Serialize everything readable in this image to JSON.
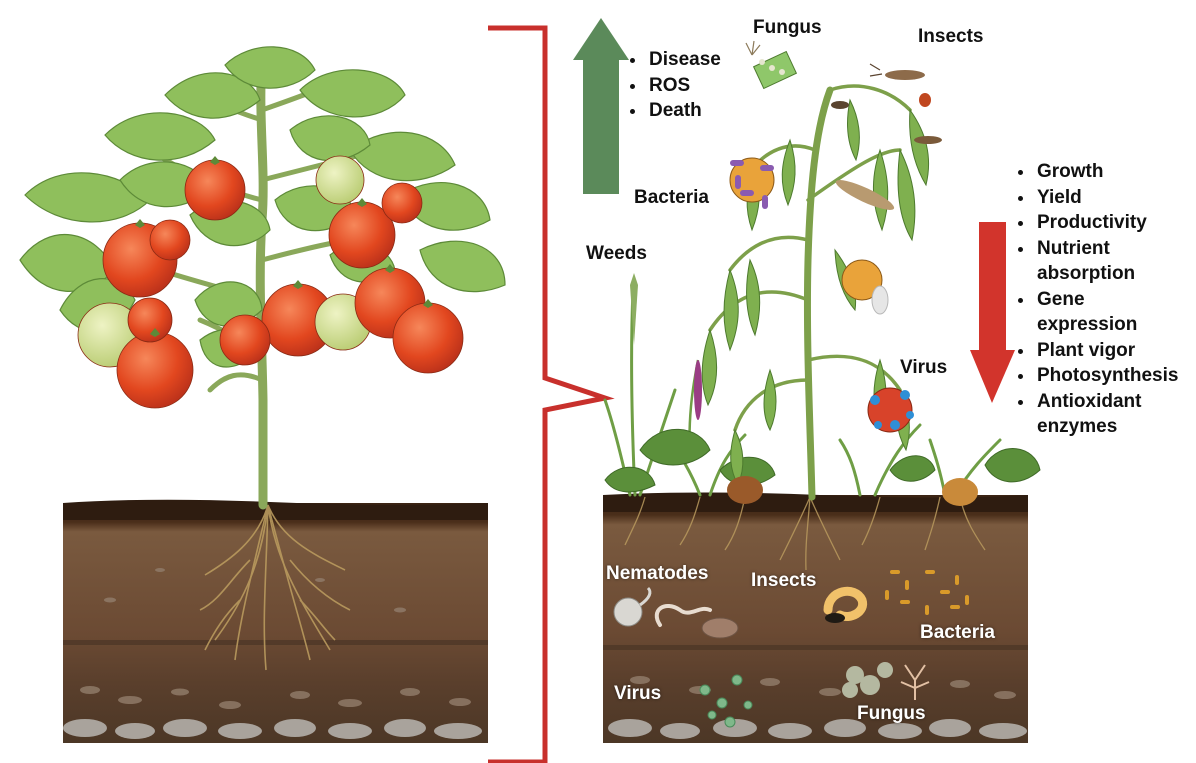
{
  "labels": {
    "fungus_top": "Fungus",
    "insects_top": "Insects",
    "bacteria_top": "Bacteria",
    "weeds": "Weeds",
    "virus_top": "Virus",
    "nematodes": "Nematodes",
    "insects_soil": "Insects",
    "bacteria_soil": "Bacteria",
    "virus_soil": "Virus",
    "fungus_soil": "Fungus"
  },
  "increase_list": [
    "Disease",
    "ROS",
    "Death"
  ],
  "decrease_list": [
    "Growth",
    "Yield",
    "Productivity",
    "Nutrient absorption",
    "Gene expression",
    "Plant vigor",
    "Photosynthesis",
    "Antioxidant enzymes"
  ],
  "colors": {
    "increase_arrow": "#5b8a5a",
    "decrease_arrow": "#d2342c",
    "bracket": "#c8302c",
    "topsoil": "#3b2414",
    "soil_mid": "#6b4a33",
    "soil_deep": "#5a3f2c",
    "tomato_red": "#e2471f",
    "tomato_green": "#c9d98a",
    "leaf": "#8fbf5c"
  }
}
